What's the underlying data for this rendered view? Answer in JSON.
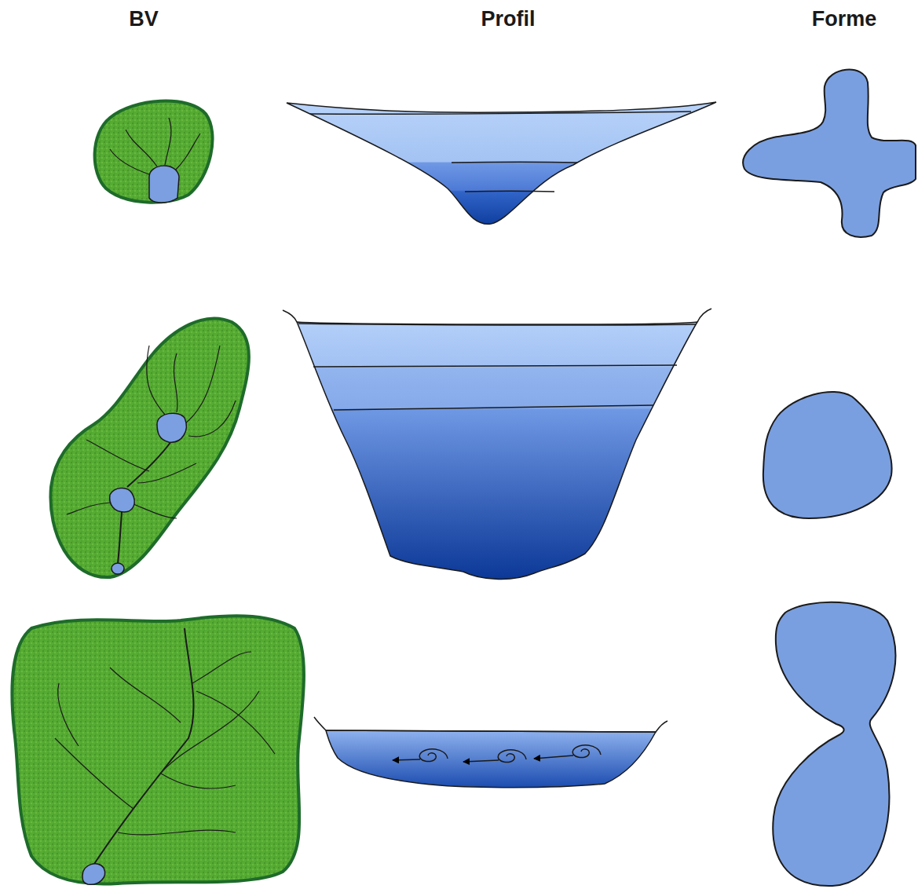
{
  "diagram": {
    "labels": [
      "BV",
      "Profil",
      "Forme"
    ]
  }
}
